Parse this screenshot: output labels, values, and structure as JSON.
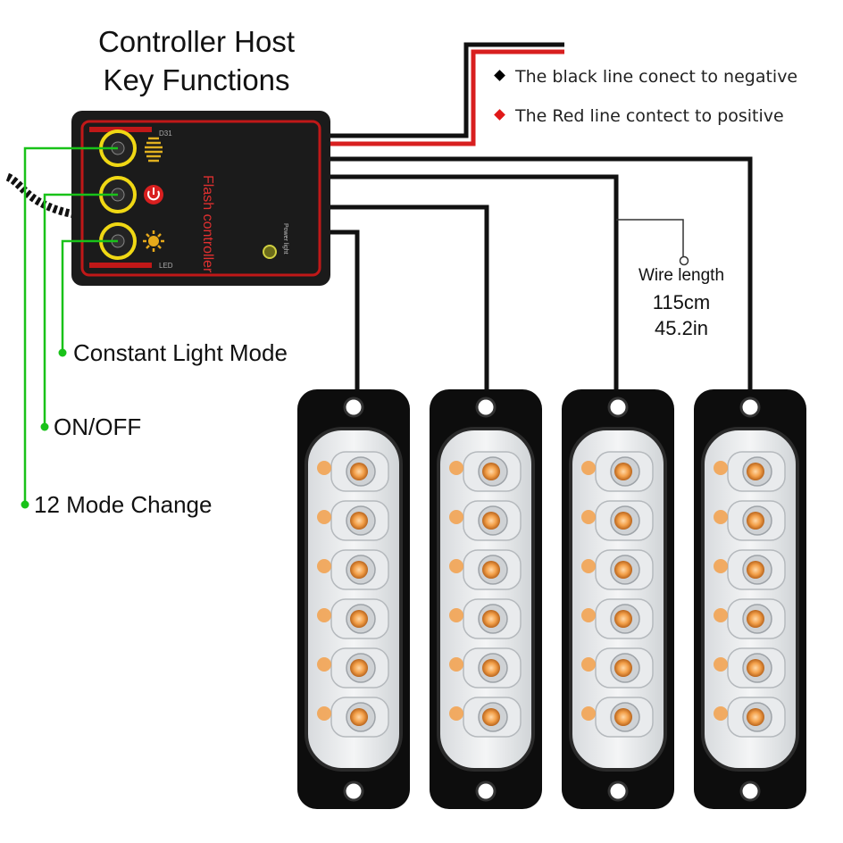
{
  "title": {
    "line1": "Controller Host",
    "line2": "Key Functions"
  },
  "legend": [
    {
      "text": "The black line conect to negative",
      "color": "#000000"
    },
    {
      "text": "The Red line contect to positive",
      "color": "#e01818"
    }
  ],
  "controller": {
    "label": "Flash controller",
    "top_tag": "D31",
    "bottom_tag": "LED",
    "power_tag": "Power light",
    "icons": [
      "wave-icon",
      "power-icon",
      "sun-icon"
    ]
  },
  "functions": [
    {
      "label": "Constant Light Mode"
    },
    {
      "label": "ON/OFF"
    },
    {
      "label": "12 Mode Change"
    }
  ],
  "wire": {
    "caption": "Wire length",
    "length_cm": "115cm",
    "length_in": "45.2in"
  },
  "colors": {
    "callout_green": "#19c219",
    "wire_red": "#d81f1f",
    "wire_black": "#111111",
    "led_amber": "#f3a04a",
    "button_ring": "#f0d814"
  },
  "light_bars": {
    "count": 4,
    "leds_per_bar": 6
  }
}
